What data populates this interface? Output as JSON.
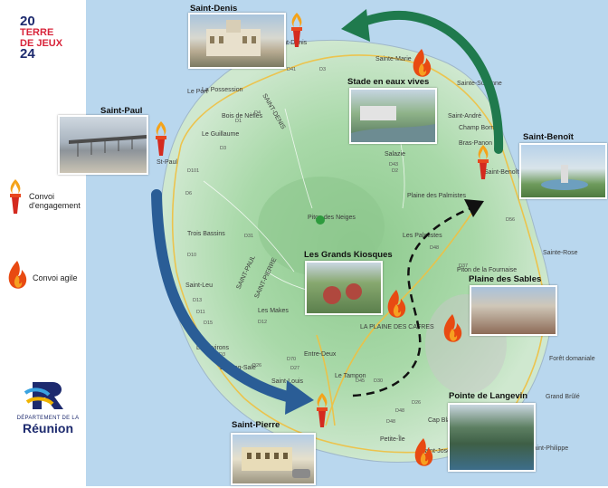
{
  "logo": {
    "line1": "20",
    "line2": "TERRE",
    "line3": "DE JEUX",
    "line4": "24"
  },
  "legend": {
    "torch_label_1": "Convoi",
    "torch_label_2": "d'engagement",
    "flame_label": "Convoi agile"
  },
  "region_logo": {
    "caps": "DÉPARTEMENT DE LA",
    "name": "Réunion"
  },
  "places": {
    "saint_denis": "Saint-Denis",
    "stade": "Stade en eaux vives",
    "saint_paul": "Saint-Paul",
    "saint_benoit": "Saint-Benoît",
    "kiosques": "Les Grands Kiosques",
    "plaine_sables": "Plaine des Sables",
    "pointe_langevin": "Pointe de Langevin",
    "saint_pierre": "Saint-Pierre"
  },
  "map_text": {
    "t1": "Saint-Denis",
    "t2": "Le Port",
    "t3": "La Possession",
    "t4": "Saint-André",
    "t5": "Bras-Panon",
    "t6": "Saint-Benoît",
    "t7": "Salazie",
    "t8": "Trois Bassins",
    "t9": "Saint-Leu",
    "t10": "Les Avirons",
    "t11": "L'Étang-Salé",
    "t12": "Entre-Deux",
    "t13": "Le Tampon",
    "t14": "LA PLAINE DES CAFRES",
    "t15": "Piton des Neiges",
    "t16": "Petite-Île",
    "t17": "Saint-Joseph",
    "t18": "Saint-Philippe",
    "t19": "Sainte-Rose",
    "t20": "Sainte-Suzanne",
    "t21": "SAINT-PAUL",
    "t22": "SAINT-PIERRE",
    "t23": "SAINT-DENIS",
    "t24": "St-Paul",
    "t25": "Le Guillaume",
    "t26": "Bois de Nèfles",
    "t27": "Sainte-Marie",
    "t28": "Cap Blanc",
    "t29": "Les Makes",
    "t30": "Saint-Louis",
    "t31": "Les Palmistes",
    "t32": "Champ Borne",
    "t33": "Plaine des Palmistes",
    "t34": "Forêt domaniale",
    "t35": "Grand Brûlé",
    "t36": "Piton de la Fournaise"
  },
  "roads": [
    "D41",
    "D1",
    "D4",
    "D3",
    "D101",
    "D6",
    "D10",
    "D13",
    "D11",
    "D15",
    "D3",
    "D26",
    "D70",
    "D27",
    "D45",
    "D30",
    "D48",
    "D48",
    "D26",
    "D57",
    "D56",
    "D2",
    "D52",
    "D3",
    "D51",
    "D43",
    "D48",
    "D37",
    "D31",
    "D12"
  ],
  "colors": {
    "sea": "#b9d7ee",
    "land": "#cfe8cf",
    "relief": "#9fd39f",
    "arrow_blue": "#2a5d96",
    "arrow_green": "#1f7a4d",
    "flame": "#e84a12",
    "torch": "#f2a818"
  }
}
